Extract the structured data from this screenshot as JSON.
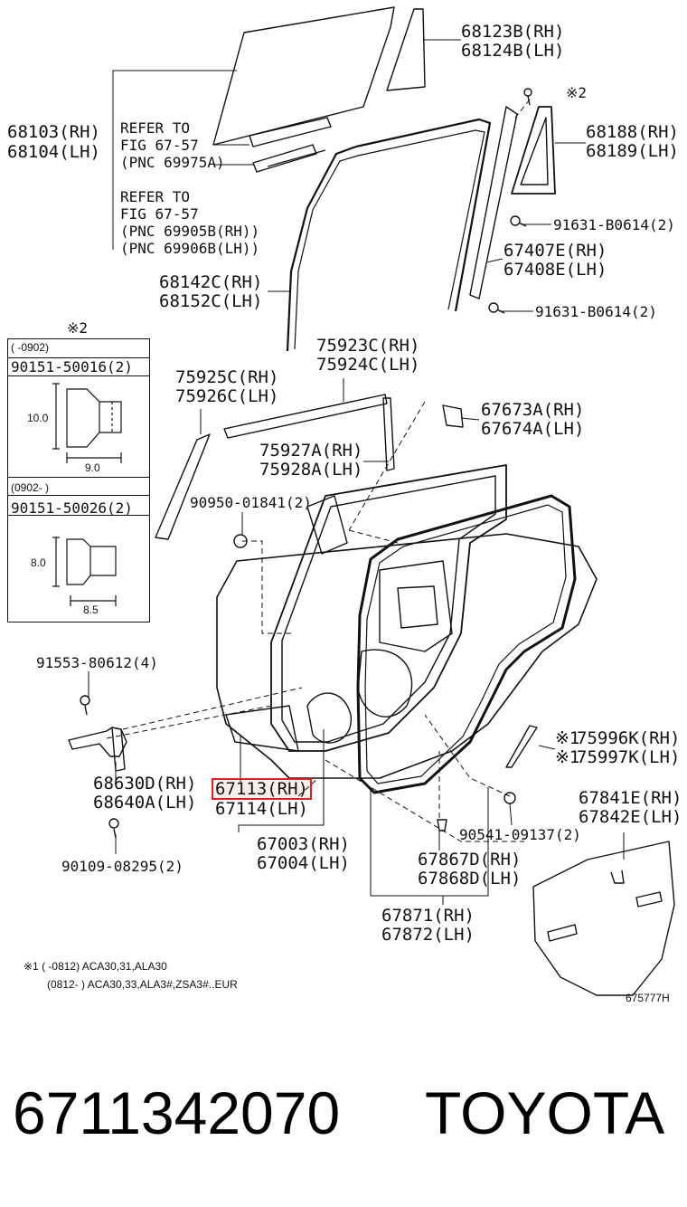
{
  "labels": {
    "glass_rh": "68103(RH)",
    "glass_lh": "68104(LH)",
    "refer1_a": "REFER TO",
    "refer1_b": "FIG 67-57",
    "refer1_c": "(PNC 69975A)",
    "refer2_a": "REFER TO",
    "refer2_b": "FIG 67-57",
    "refer2_c": "(PNC 69905B(RH))",
    "refer2_d": "(PNC 69906B(LH))",
    "q_glass_rh": "68123B(RH)",
    "q_glass_lh": "68124B(LH)",
    "qtr_rh": "68188(RH)",
    "qtr_lh": "68189(LH)",
    "bolt1": "91631-B0614(2)",
    "div_rh": "67407E(RH)",
    "div_lh": "67408E(LH)",
    "bolt2": "91631-B0614(2)",
    "run_rh": "68142C(RH)",
    "run_lh": "68152C(LH)",
    "belt_out_rh": "75923C(RH)",
    "belt_out_lh": "75924C(LH)",
    "garn_rh": "75925C(RH)",
    "garn_lh": "75926C(LH)",
    "hinge_cover_rh": "67673A(RH)",
    "hinge_cover_lh": "67674A(LH)",
    "belt_in_rh": "75927A(RH)",
    "belt_in_lh": "75928A(LH)",
    "clip1": "90950-01841(2)",
    "bolt3": "91553-80612(4)",
    "hinge_rh": "68630D(RH)",
    "hinge_lh": "68640A(LH)",
    "screw": "90109-08295(2)",
    "panel_rh": "67113(RH)",
    "panel_lh": "67114(LH)",
    "door_rh": "67003(RH)",
    "door_lh": "67004(LH)",
    "emb_rh": "75996K(RH)",
    "emb_lh": "75997K(LH)",
    "mark_star1": "※1",
    "clip2": "90541-09137(2)",
    "cover_rh": "67841E(RH)",
    "cover_lh": "67842E(LH)",
    "grom_rh": "67867D(RH)",
    "grom_lh": "67868D(LH)",
    "wstrip_rh": "67871(RH)",
    "wstrip_lh": "67872(LH)",
    "star2": "※2",
    "note1_a": "※1 (      -0812) ACA30,31,ALA30",
    "note1_b": "(0812-       ) ACA30,33,ALA3#,ZSA3#..EUR",
    "fig_code": "675777H"
  },
  "inset": {
    "star": "※2",
    "row1_range": "(       -0902)",
    "row1_part": "90151-50016(2)",
    "row1_dim_h": "10.0",
    "row1_dim_w": "9.0",
    "row2_range": "(0902-        )",
    "row2_part": "90151-50026(2)",
    "row2_dim_h": "8.0",
    "row2_dim_w": "8.5"
  },
  "footer": {
    "part_number": "6711342070",
    "brand": "TOYOTA"
  }
}
